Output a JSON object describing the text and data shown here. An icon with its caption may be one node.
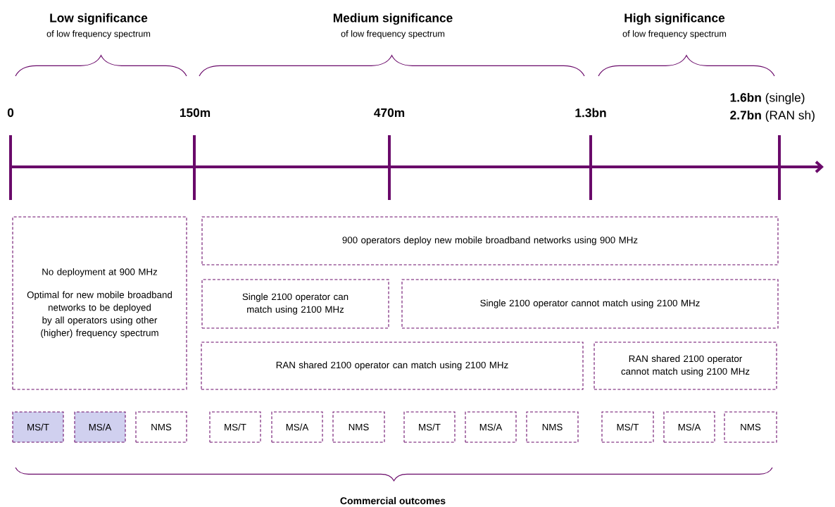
{
  "diagram": {
    "nodes": [
      {
        "text": [
          "No deployment at 900 MHz",
          "Optimal for new mobile broadband networks to be deployed by all operators using other (higher) frequency spectrum"
        ]
      },
      {
        "text": [
          "900 operators deploy new mobile broadband networks using 900 MHz"
        ]
      },
      {
        "text": [
          "Single 2100 operator can match using 2100 MHz"
        ]
      },
      {
        "text": [
          "Single 2100 operator cannot match using 2100 MHz"
        ]
      },
      {
        "text": [
          "RAN shared 2100 operator can match using 2100 MHz"
        ]
      },
      {
        "text": [
          "RAN shared 2100 operator cannot match using 2100 MHz"
        ]
      },
      {
        "text": [
          "MS/T"
        ]
      },
      {
        "text": [
          "MS/A"
        ]
      },
      {
        "text": [
          "NMS"
        ]
      },
      {
        "text": [
          "MS/T"
        ]
      },
      {
        "text": [
          "MS/A"
        ]
      },
      {
        "text": [
          "NMS"
        ]
      },
      {
        "text": [
          "MS/T"
        ]
      },
      {
        "text": [
          "MS/A"
        ]
      },
      {
        "text": [
          "NMS"
        ]
      },
      {
        "text": [
          "MS/T"
        ]
      },
      {
        "text": [
          "MS/A"
        ]
      },
      {
        "text": [
          "NMS"
        ]
      }
    ],
    "labels": [
      "Low significance",
      "of low frequency spectrum",
      "Medium significance",
      "of low frequency spectrum",
      "High significance",
      "of low frequency spectrum",
      "**1.6bn** (single)",
      "0",
      "150m",
      "470m",
      "1.3bn",
      "**2.7bn** (RAN sh)",
      "Commercial outcomes"
    ]
  }
}
